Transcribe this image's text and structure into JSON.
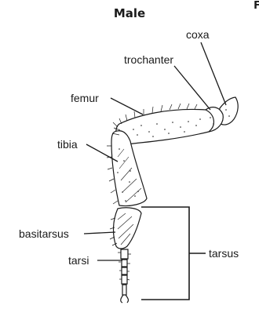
{
  "title": "Male",
  "corner_mark": "F",
  "labels": {
    "coxa": "coxa",
    "trochanter": "trochanter",
    "femur": "femur",
    "tibia": "tibia",
    "basitarsus": "basitarsus",
    "tarsi": "tarsi",
    "tarsus": "tarsus"
  },
  "colors": {
    "ink": "#1a1a1a",
    "fill": "#ffffff"
  }
}
